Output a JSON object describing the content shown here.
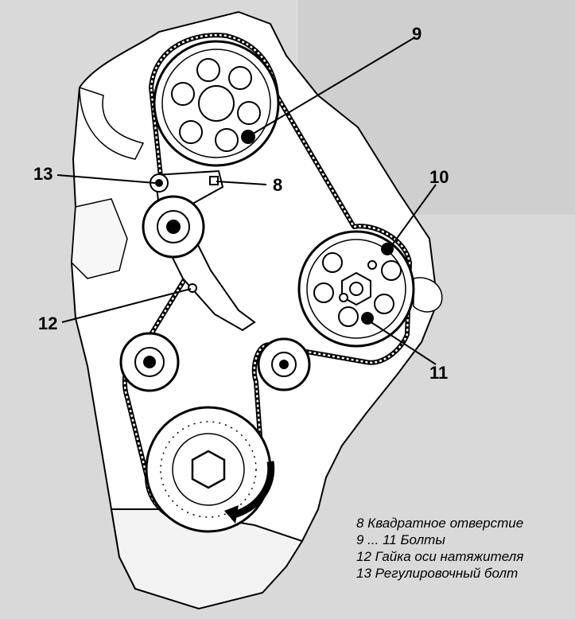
{
  "figure": {
    "callouts": {
      "c8": "8",
      "c9": "9",
      "c10": "10",
      "c11": "11",
      "c12": "12",
      "c13": "13"
    },
    "legend": [
      "8 Квадратное отверстие",
      "9 ... 11  Болты",
      "12 Гайка оси натяжителя",
      "13 Регулировочный болт"
    ],
    "colors": {
      "background": "#d9d9d9",
      "paper": "#ffffff",
      "ink": "#000000"
    }
  }
}
